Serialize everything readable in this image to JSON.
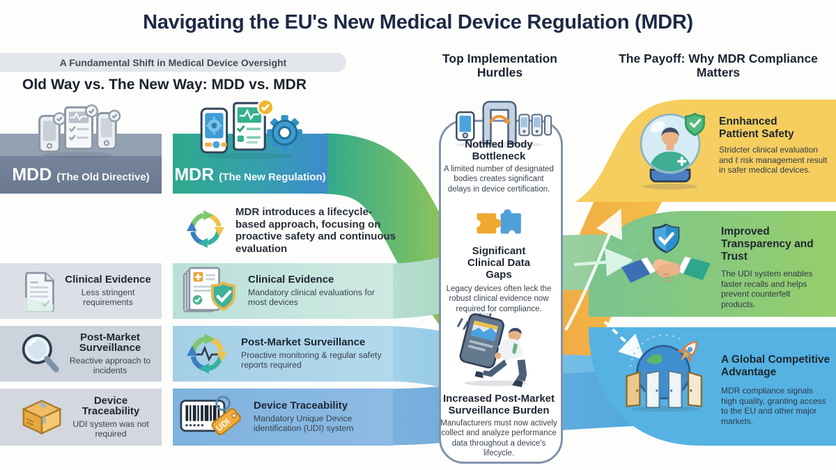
{
  "header": {
    "title": "Navigating the EU's New Medical Device Regulation (MDR)",
    "banner": "A Fundamental Shift in Medical Device Oversight"
  },
  "comparison": {
    "heading": "Old Way vs. The New Way: MDD vs. MDR",
    "mdd": {
      "label": "MDD",
      "sublabel": "(The Old Directive)"
    },
    "mdr": {
      "label": "MDR",
      "sublabel": "(The New Regulation)"
    },
    "mdr_note": "MDR introduces a lifecycle-based approach, focusing on proactive safety and continuous evaluation",
    "rows": [
      {
        "mdd_title": "Clinical Evidence",
        "mdd_desc": "Less stringent requirements",
        "mdr_title": "Clinical Evidence",
        "mdr_desc": "Mandatory clinical evaluations for most devices"
      },
      {
        "mdd_title": "Post-Market Surveillance",
        "mdd_desc": "Reactive approach to incidents",
        "mdr_title": "Post-Market Surveillance",
        "mdr_desc": "Proactive monitoring & regular safety reports required"
      },
      {
        "mdd_title": "Device Traceability",
        "mdd_desc": "UDI system was not required",
        "mdr_title": "Device Traceability",
        "mdr_desc": "Mandatory Unique Device identification (UDI) system"
      }
    ]
  },
  "hurdles": {
    "heading": "Top Implementation Hurdles",
    "items": [
      {
        "title": "Notified Body Bottleneck",
        "desc": "A limited number of designated bodies creates significant delays in device certification."
      },
      {
        "title": "Significant Clinical Data Gaps",
        "desc": "Legacy devices often leck the robust clinical evidence now required for compliance."
      },
      {
        "title": "Increased Post-Market Surveillance Burden",
        "desc": "Manufacturers must now actively collect and analyze performance data throughout a device's lifecycle."
      }
    ]
  },
  "payoffs": {
    "heading": "The Payoff: Why MDR Compliance Matters",
    "items": [
      {
        "title": "Ennhanced Pattient Safety",
        "desc": "Stridcter clinical evaluation and ℓ risk management result in safer medical devices."
      },
      {
        "title": "Improved Transparency and Trust",
        "desc": "The UDI system enables faster recalls and helps prevent counterfelt products."
      },
      {
        "title": "A Global Competitive Advantage",
        "desc": "MDR compliance signals high quality, granting access to the EU and other major markets."
      }
    ]
  },
  "labels": {
    "udi_tag": "UDI"
  },
  "colors": {
    "title": "#1d2945",
    "mdd_band": "#76859b",
    "mdr_teal": "#2fa98d",
    "mdr_blue": "#3e8bcd",
    "payoff_yellow": "#f6ce5f",
    "payoff_green": "#8bc97c",
    "payoff_blue": "#55b2e3"
  },
  "icons": [
    "mdd-devices-icon",
    "mdr-devices-icon",
    "lifecycle-icon",
    "document-icon",
    "docs-shield-icon",
    "magnifier-icon",
    "surveillance-cycle-icon",
    "box-icon",
    "barcode-udi-icon",
    "gate-bottleneck-icon",
    "puzzle-icon",
    "burden-person-icon",
    "patient-dome-icon",
    "handshake-shield-icon",
    "globe-doors-rocket-icon"
  ]
}
